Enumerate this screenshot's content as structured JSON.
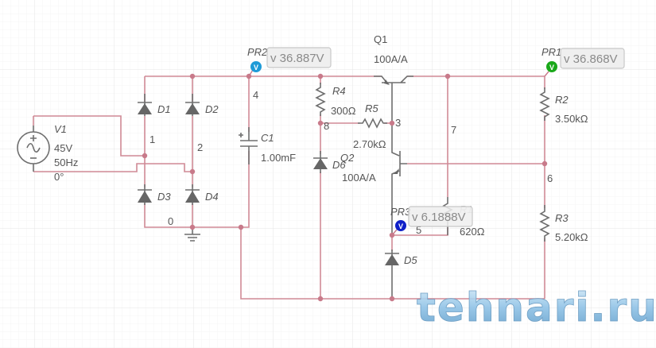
{
  "schematic": {
    "source": {
      "ref": "V1",
      "voltage": "45V",
      "frequency": "50Hz",
      "phase": "0°"
    },
    "diodes": [
      {
        "ref": "D1"
      },
      {
        "ref": "D2"
      },
      {
        "ref": "D3"
      },
      {
        "ref": "D4"
      },
      {
        "ref": "D5"
      },
      {
        "ref": "D6"
      }
    ],
    "capacitor": {
      "ref": "C1",
      "value": "1.00mF"
    },
    "resistors": [
      {
        "ref": "R1",
        "value": "620Ω"
      },
      {
        "ref": "R2",
        "value": "3.50kΩ"
      },
      {
        "ref": "R3",
        "value": "5.20kΩ"
      },
      {
        "ref": "R4",
        "value": "300Ω"
      },
      {
        "ref": "R5",
        "value": "2.70kΩ"
      }
    ],
    "transistors": [
      {
        "ref": "Q1",
        "gain": "100A/A"
      },
      {
        "ref": "Q2",
        "gain": "100A/A"
      }
    ],
    "nodes": [
      "0",
      "1",
      "2",
      "3",
      "4",
      "5",
      "6",
      "7",
      "8"
    ],
    "probes": [
      {
        "ref": "PR1",
        "reading": "v 36.868V",
        "color": "#1aa81a"
      },
      {
        "ref": "PR2",
        "reading": "v 36.887V",
        "color": "#1e9bd7"
      },
      {
        "ref": "PR3",
        "reading": "v 6.1888V",
        "color": "#1020c8"
      }
    ],
    "probe_icon_letter": "V"
  },
  "watermark": "tehnari.ru",
  "colors": {
    "wire": "#d08a96",
    "component": "#6e6e6e",
    "grid": "#ececec"
  }
}
